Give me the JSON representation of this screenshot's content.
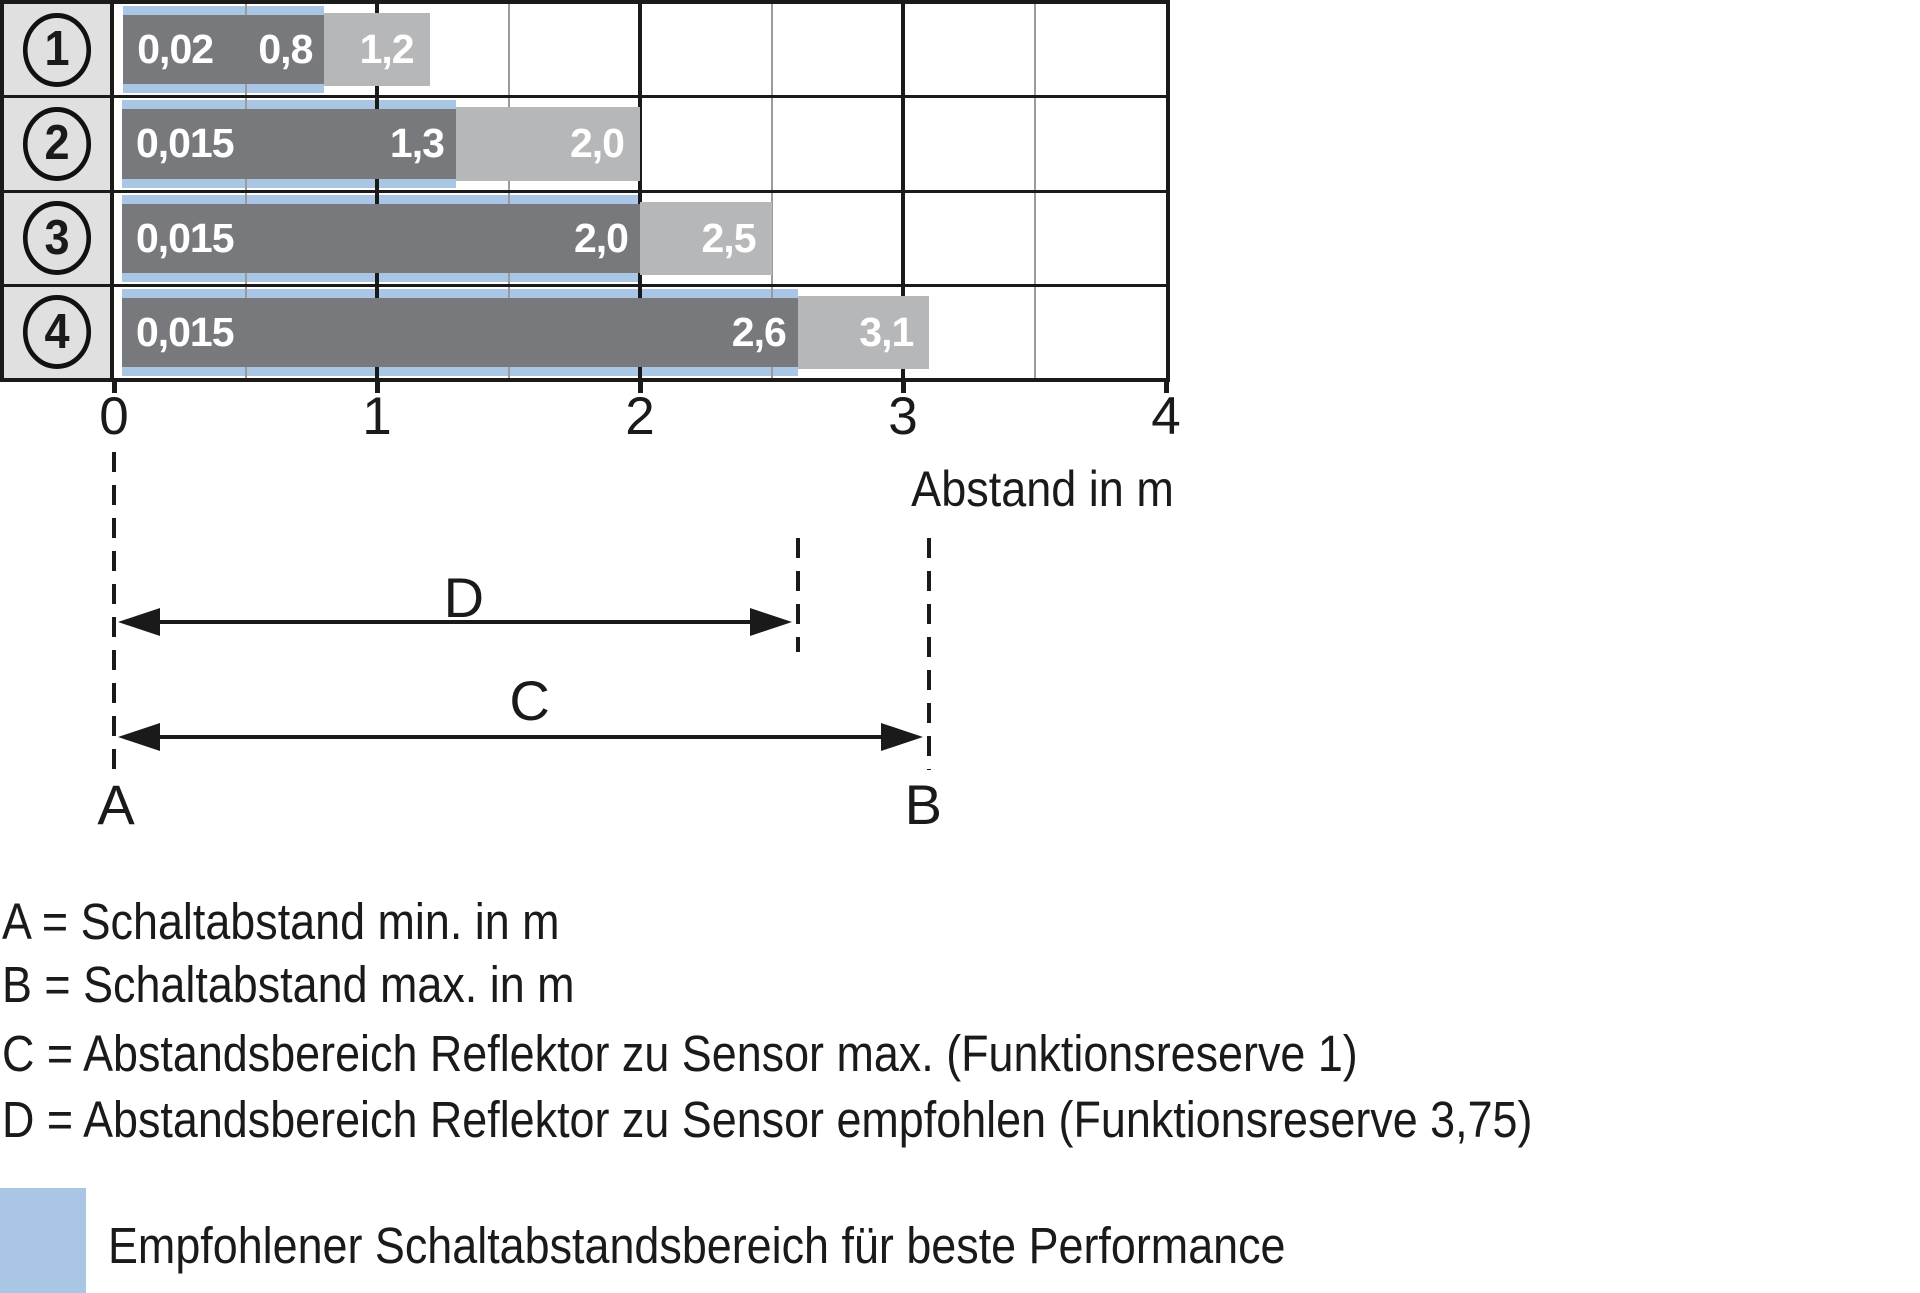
{
  "colors": {
    "recommended_blue": "#a9c7e4",
    "range_dark_gray": "#77797c",
    "extended_light_gray": "#b5b7b9",
    "row_label_bg": "#e0e0e0",
    "grid_minor": "#9b9b9b",
    "ink": "#1a1a1a"
  },
  "chart_data": {
    "type": "bar",
    "orientation": "horizontal-range",
    "title": "",
    "xlabel": "Abstand in m",
    "xlim": [
      0,
      4
    ],
    "x_ticks": [
      0,
      1,
      2,
      3,
      4
    ],
    "grid_minor_step": 0.5,
    "grid": true,
    "rows": [
      {
        "id": "1",
        "min": 0.02,
        "recommended_max": 0.8,
        "max": 1.2,
        "min_label": "0,02",
        "recommended_label": "0,8",
        "max_label": "1,2"
      },
      {
        "id": "2",
        "min": 0.015,
        "recommended_max": 1.3,
        "max": 2.0,
        "min_label": "0,015",
        "recommended_label": "1,3",
        "max_label": "2,0"
      },
      {
        "id": "3",
        "min": 0.015,
        "recommended_max": 2.0,
        "max": 2.5,
        "min_label": "0,015",
        "recommended_label": "2,0",
        "max_label": "2,5"
      },
      {
        "id": "4",
        "min": 0.015,
        "recommended_max": 2.6,
        "max": 3.1,
        "min_label": "0,015",
        "recommended_label": "2,6",
        "max_label": "3,1"
      }
    ]
  },
  "dimensions": {
    "d_label": "D",
    "c_label": "C",
    "a_label": "A",
    "b_label": "B",
    "d_start_m": 0,
    "d_end_m": 2.6,
    "c_start_m": 0,
    "c_end_m": 3.1
  },
  "legend_lines": [
    "A = Schaltabstand min. in m",
    "B = Schaltabstand max. in m",
    "C = Abstandsbereich Reflektor zu Sensor max. (Funktionsreserve 1)",
    "D = Abstandsbereich Reflektor zu Sensor empfohlen (Funktionsreserve 3,75)"
  ],
  "footer": {
    "swatch_color": "#a9c7e4",
    "text": "Empfohlener Schaltabstandsbereich für beste Performance"
  }
}
